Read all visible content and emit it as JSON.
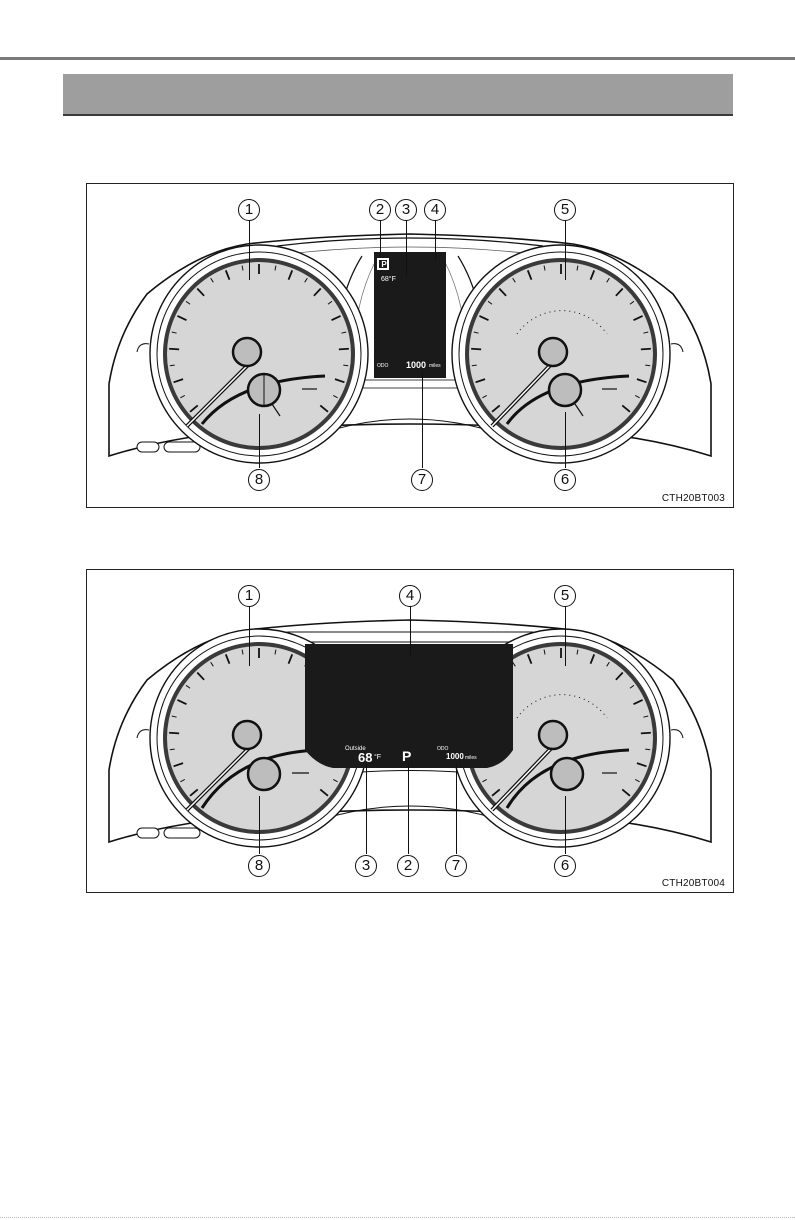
{
  "figures": [
    {
      "code": "CTH20BT003",
      "callouts": [
        "1",
        "2",
        "3",
        "4",
        "5",
        "6",
        "7",
        "8"
      ],
      "display": {
        "gear": "P",
        "outside_temp": "68°F",
        "odometer": "1000",
        "odometer_unit": "miles"
      }
    },
    {
      "code": "CTH20BT004",
      "callouts": [
        "1",
        "4",
        "5",
        "8",
        "3",
        "2",
        "7",
        "6"
      ],
      "display": {
        "outside_label": "Outside",
        "outside_temp": "68",
        "temp_unit": "°F",
        "gear": "P",
        "odometer": "1000",
        "odometer_unit": "miles"
      }
    }
  ],
  "colors": {
    "section_bar": "#9e9e9e",
    "gauge_face": "#d6d6d6",
    "display": "#1a1a1a"
  }
}
